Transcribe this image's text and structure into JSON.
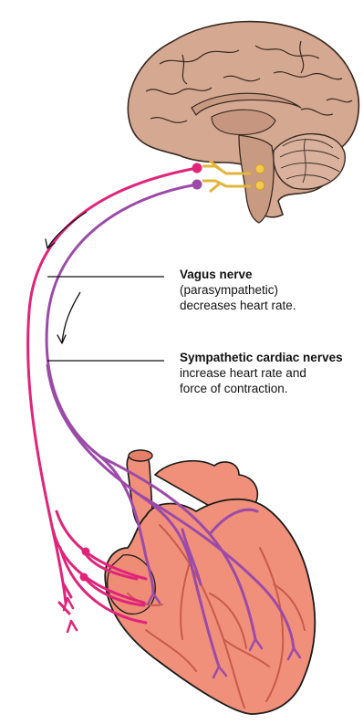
{
  "labels": {
    "vagus": {
      "title": "Vagus nerve",
      "line1": "(parasympathetic)",
      "line2": "decreases heart rate."
    },
    "sympathetic": {
      "title": "Sympathetic cardiac nerves",
      "line1": "increase heart rate and",
      "line2": "force of contraction."
    }
  },
  "colors": {
    "vagus_nerve": "#e0247a",
    "sympathetic_nerve": "#9b4aa8",
    "brain_fill": "#d4a891",
    "brain_outline": "#3a2a22",
    "heart_fill": "#f0907a",
    "heart_vessels": "#c85a4c",
    "spinal_connector": "#f2c94c"
  },
  "icons": {
    "brain": "brain-sagittal-illustration",
    "heart": "heart-illustration",
    "arrows": "curved-down-arrow"
  }
}
